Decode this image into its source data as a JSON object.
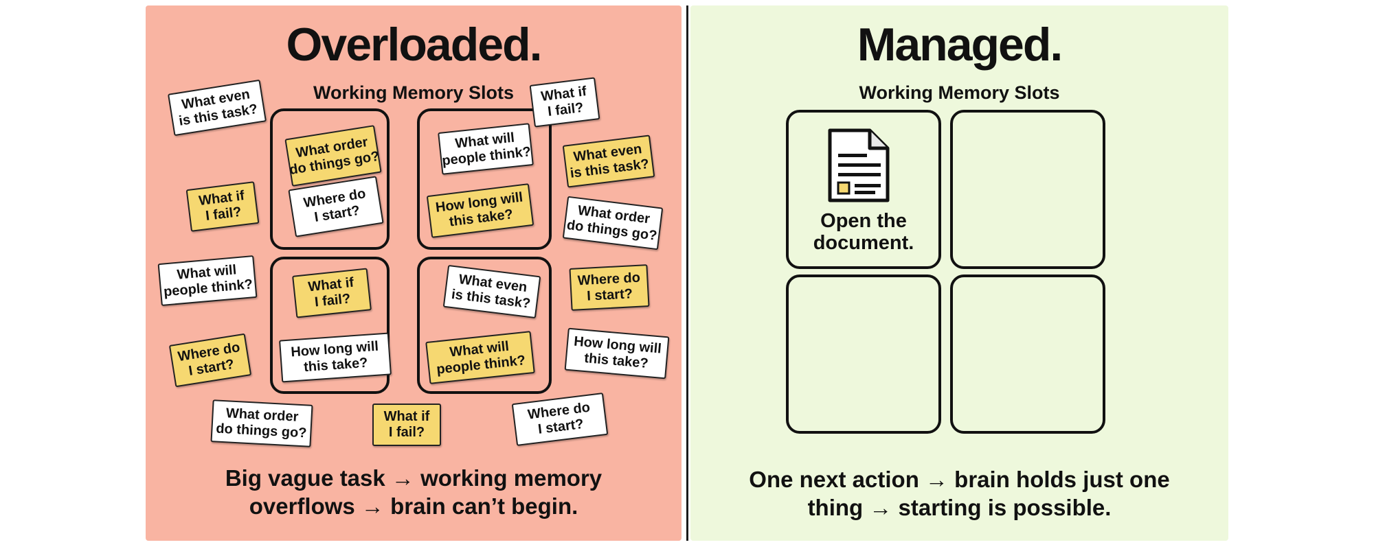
{
  "overloaded": {
    "heading": "Overloaded.",
    "subheading": "Working Memory Slots",
    "caption": [
      "Big vague task → working memory",
      "overflows → brain can’t begin."
    ],
    "notes": [
      {
        "lines": [
          "What even",
          "is this task?"
        ],
        "color": "white"
      },
      {
        "lines": [
          "What if",
          "I fail?"
        ],
        "color": "white"
      },
      {
        "lines": [
          "What order",
          "do things go?"
        ],
        "color": "yellow"
      },
      {
        "lines": [
          "Where do",
          "I start?"
        ],
        "color": "white"
      },
      {
        "lines": [
          "What will",
          "people think?"
        ],
        "color": "white"
      },
      {
        "lines": [
          "How long will",
          "this take?"
        ],
        "color": "yellow"
      },
      {
        "lines": [
          "What even",
          "is this task?"
        ],
        "color": "yellow"
      },
      {
        "lines": [
          "What if",
          "I fail?"
        ],
        "color": "yellow"
      },
      {
        "lines": [
          "What order",
          "do things go?"
        ],
        "color": "white"
      },
      {
        "lines": [
          "What will",
          "people think?"
        ],
        "color": "white"
      },
      {
        "lines": [
          "What if",
          "I fail?"
        ],
        "color": "yellow"
      },
      {
        "lines": [
          "How long will",
          "this take?"
        ],
        "color": "white"
      },
      {
        "lines": [
          "What even",
          "is this task?"
        ],
        "color": "white"
      },
      {
        "lines": [
          "What will",
          "people think?"
        ],
        "color": "yellow"
      },
      {
        "lines": [
          "Where do",
          "I start?"
        ],
        "color": "yellow"
      },
      {
        "lines": [
          "Where do",
          "I start?"
        ],
        "color": "yellow"
      },
      {
        "lines": [
          "How long will",
          "this take?"
        ],
        "color": "white"
      },
      {
        "lines": [
          "What order",
          "do things go?"
        ],
        "color": "white"
      },
      {
        "lines": [
          "What if",
          "I fail?"
        ],
        "color": "yellow"
      },
      {
        "lines": [
          "Where do",
          "I start?"
        ],
        "color": "white"
      }
    ]
  },
  "managed": {
    "heading": "Managed.",
    "subheading": "Working Memory Slots",
    "action": [
      "Open the",
      "document."
    ],
    "action_icon": "document-icon",
    "caption": [
      "One next action → brain holds just one",
      "thing → starting is possible."
    ]
  },
  "colors": {
    "overloaded_bg": "#f9b4a2",
    "managed_bg": "#eef8dc",
    "note_white": "#ffffff",
    "note_yellow": "#f6d871",
    "ink": "#111111"
  }
}
